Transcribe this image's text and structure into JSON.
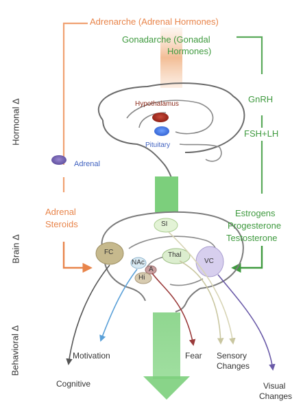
{
  "side_labels": {
    "hormonal": "Hormonal Δ",
    "brain": "Brain Δ",
    "behavioral": "Behavioral Δ"
  },
  "top": {
    "adrenarche": "Adrenarche (Adrenal Hormones)",
    "gonadarche_line1": "Gonadarche (Gonadal",
    "gonadarche_line2": "Hormones)"
  },
  "brain_top": {
    "hypothalamus": "Hypothalamus",
    "pituitary": "Pituitary",
    "adrenal": "Adrenal"
  },
  "hormones": {
    "gnrh": "GnRH",
    "fsh_lh": "FSH+LH",
    "adrenal_steroids_line1": "Adrenal",
    "adrenal_steroids_line2": "Steroids",
    "estrogens": "Estrogens",
    "progesterone": "Progesterone",
    "testosterone": "Testosterone"
  },
  "regions": {
    "si": "SI",
    "fc": "FC",
    "thal": "Thal",
    "nacc": "NAc",
    "a": "A",
    "hi": "Hi",
    "vc": "VC"
  },
  "outcomes": {
    "motivation": "Motivation",
    "cognitive": "Cognitive",
    "fear": "Fear",
    "sensory_line1": "Sensory",
    "sensory_line2": "Changes",
    "visual_line1": "Visual",
    "visual_line2": "Changes"
  },
  "colors": {
    "orange": "#e8844a",
    "green": "#3f9a3f",
    "blue": "#3d5fbf"
  }
}
